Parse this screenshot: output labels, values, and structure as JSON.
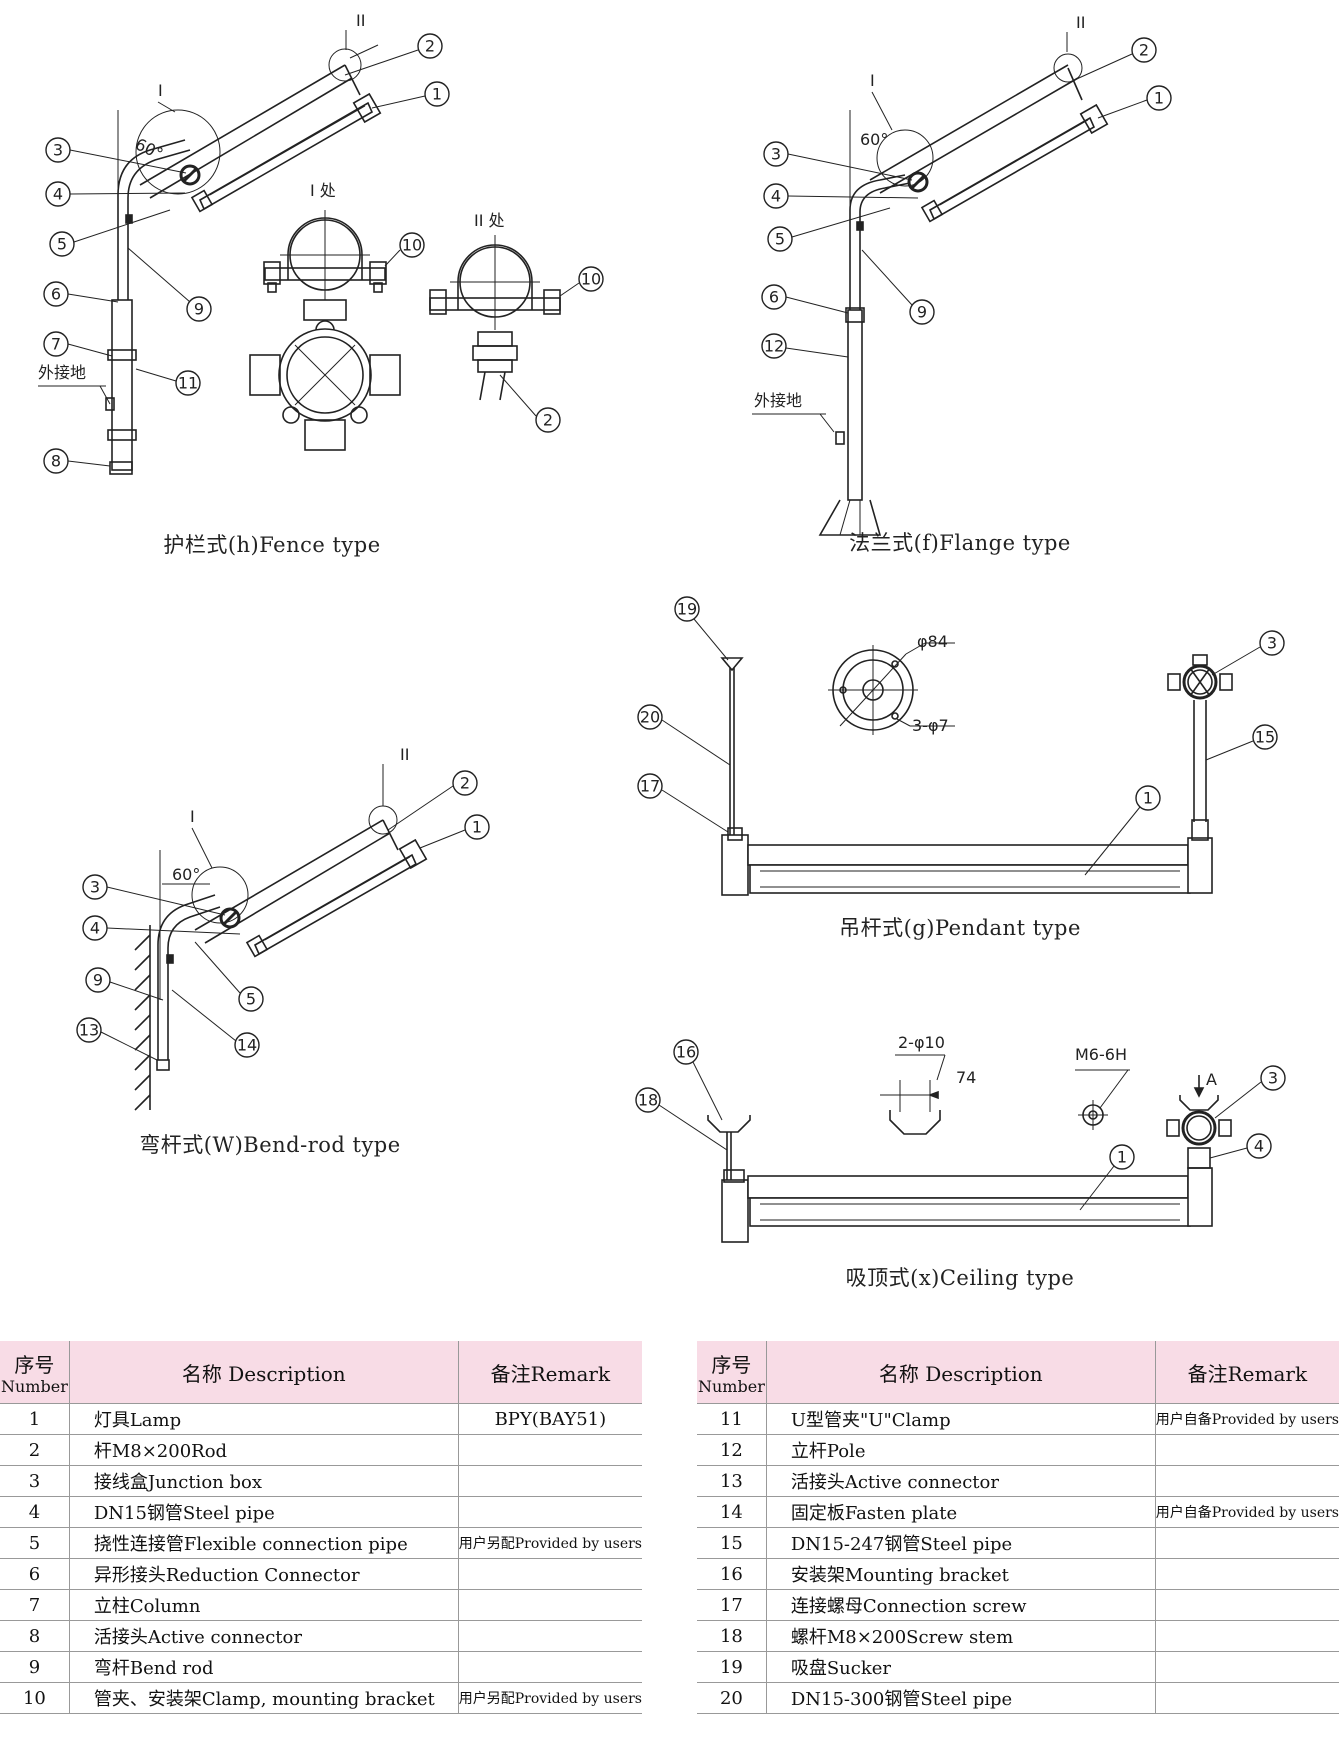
{
  "diagram": {
    "captions": {
      "fence": "护栏式(h)Fence type",
      "flange": "法兰式(f)Flange type",
      "bend_rod": "弯杆式(W)Bend-rod type",
      "pendant": "吊杆式(g)Pendant type",
      "ceiling": "吸顶式(x)Ceiling type"
    },
    "labels": {
      "detail_I": "I",
      "detail_II": "II",
      "detail_I_title": "I 处",
      "detail_II_title": "II 处",
      "angle": "60°",
      "ground": "外接地",
      "phi84": "φ84",
      "holes_3phi7": "3-φ7",
      "holes_2phi10": "2-φ10",
      "dim_74": "74",
      "thread": "M6-6H",
      "view_A": "A"
    },
    "balloons": {
      "n1": "1",
      "n2": "2",
      "n3": "3",
      "n4": "4",
      "n5": "5",
      "n6": "6",
      "n7": "7",
      "n8": "8",
      "n9": "9",
      "n10": "10",
      "n11": "11",
      "n12": "12",
      "n13": "13",
      "n14": "14",
      "n15": "15",
      "n16": "16",
      "n17": "17",
      "n18": "18",
      "n19": "19",
      "n20": "20"
    }
  },
  "parts_table": {
    "headers": {
      "number": "序号",
      "number_en": "Number",
      "description": "名称 Description",
      "remark": "备注Remark"
    },
    "left": [
      {
        "no": "1",
        "desc": "灯具Lamp",
        "remark": "BPY(BAY51)"
      },
      {
        "no": "2",
        "desc": "杆M8×200Rod",
        "remark": ""
      },
      {
        "no": "3",
        "desc": "接线盒Junction box",
        "remark": ""
      },
      {
        "no": "4",
        "desc": "DN15钢管Steel pipe",
        "remark": ""
      },
      {
        "no": "5",
        "desc": "挠性连接管Flexible connection pipe",
        "remark": "用户另配Provided by users"
      },
      {
        "no": "6",
        "desc": "异形接头Reduction Connector",
        "remark": ""
      },
      {
        "no": "7",
        "desc": "立柱Column",
        "remark": ""
      },
      {
        "no": "8",
        "desc": "活接头Active connector",
        "remark": ""
      },
      {
        "no": "9",
        "desc": "弯杆Bend rod",
        "remark": ""
      },
      {
        "no": "10",
        "desc": "管夹、安装架Clamp, mounting bracket",
        "remark": "用户另配Provided by users"
      }
    ],
    "right": [
      {
        "no": "11",
        "desc": "U型管夹\"U\"Clamp",
        "remark": "用户自备Provided by users"
      },
      {
        "no": "12",
        "desc": "立杆Pole",
        "remark": ""
      },
      {
        "no": "13",
        "desc": "活接头Active connector",
        "remark": ""
      },
      {
        "no": "14",
        "desc": "固定板Fasten plate",
        "remark": "用户自备Provided by users"
      },
      {
        "no": "15",
        "desc": "DN15-247钢管Steel pipe",
        "remark": ""
      },
      {
        "no": "16",
        "desc": "安装架Mounting bracket",
        "remark": ""
      },
      {
        "no": "17",
        "desc": "连接螺母Connection screw",
        "remark": ""
      },
      {
        "no": "18",
        "desc": "螺杆M8×200Screw stem",
        "remark": ""
      },
      {
        "no": "19",
        "desc": "吸盘Sucker",
        "remark": ""
      },
      {
        "no": "20",
        "desc": "DN15-300钢管Steel pipe",
        "remark": ""
      }
    ]
  }
}
